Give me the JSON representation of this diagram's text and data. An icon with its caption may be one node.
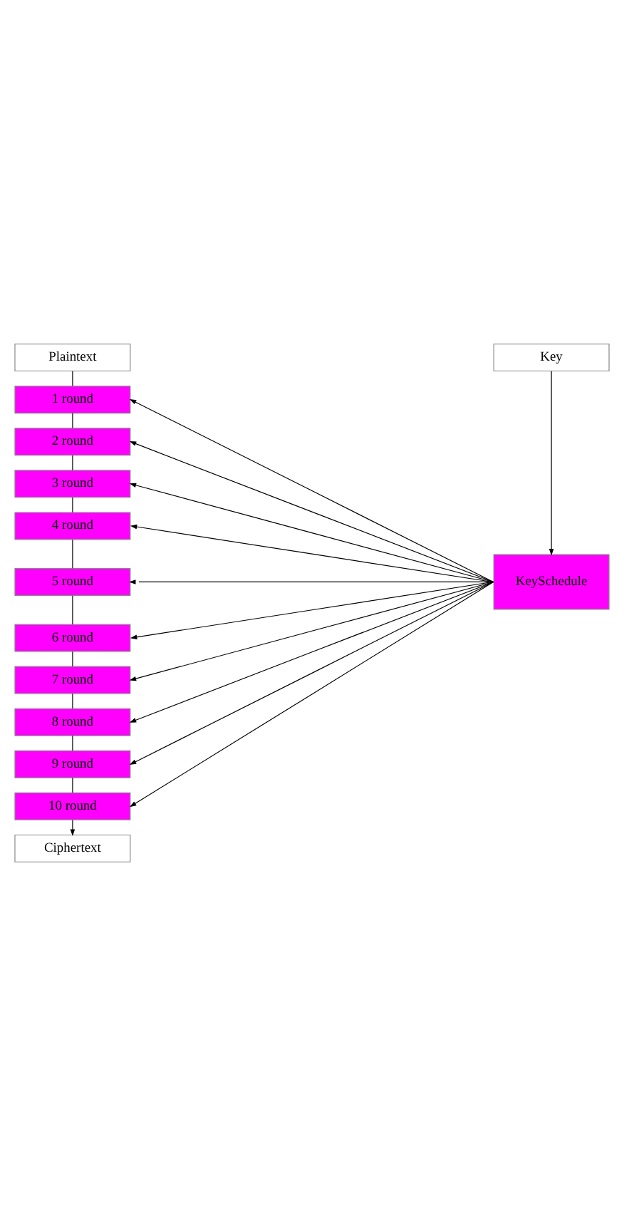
{
  "diagram": {
    "nodes": [
      {
        "text": [
          "Plaintext"
        ]
      },
      {
        "text": [
          "Key"
        ]
      },
      {
        "text": [
          "1 round"
        ]
      },
      {
        "text": [
          "2 round"
        ]
      },
      {
        "text": [
          "3 round"
        ]
      },
      {
        "text": [
          "4 round"
        ]
      },
      {
        "text": [
          "5 round"
        ]
      },
      {
        "text": [
          "6 round"
        ]
      },
      {
        "text": [
          "7 round"
        ]
      },
      {
        "text": [
          "8 round"
        ]
      },
      {
        "text": [
          "9 round"
        ]
      },
      {
        "text": [
          "10 round"
        ]
      },
      {
        "text": [
          "KeySchedule"
        ]
      },
      {
        "text": [
          "Ciphertext"
        ]
      }
    ],
    "edges": [
      {
        "from": 0,
        "to": 2,
        "arrow": "none"
      },
      {
        "from": 2,
        "to": 3,
        "arrow": "none"
      },
      {
        "from": 3,
        "to": 4,
        "arrow": "none"
      },
      {
        "from": 4,
        "to": 5,
        "arrow": "none"
      },
      {
        "from": 5,
        "to": 6,
        "arrow": "none"
      },
      {
        "from": 6,
        "to": 7,
        "arrow": "none"
      },
      {
        "from": 7,
        "to": 8,
        "arrow": "none"
      },
      {
        "from": 8,
        "to": 9,
        "arrow": "none"
      },
      {
        "from": 9,
        "to": 10,
        "arrow": "none"
      },
      {
        "from": 10,
        "to": 11,
        "arrow": "none"
      },
      {
        "from": 11,
        "to": 13,
        "arrow": "to"
      },
      {
        "from": 1,
        "to": 12,
        "arrow": "to"
      },
      {
        "from": 12,
        "to": 2,
        "arrow": "to"
      },
      {
        "from": 12,
        "to": 3,
        "arrow": "to"
      },
      {
        "from": 12,
        "to": 4,
        "arrow": "to"
      },
      {
        "from": 12,
        "to": 5,
        "arrow": "to"
      },
      {
        "from": 12,
        "to": 6,
        "arrow": "to"
      },
      {
        "from": 12,
        "to": 7,
        "arrow": "to"
      },
      {
        "from": 12,
        "to": 8,
        "arrow": "to"
      },
      {
        "from": 12,
        "to": 9,
        "arrow": "to"
      },
      {
        "from": 12,
        "to": 10,
        "arrow": "to"
      },
      {
        "from": 12,
        "to": 11,
        "arrow": "to"
      }
    ]
  }
}
